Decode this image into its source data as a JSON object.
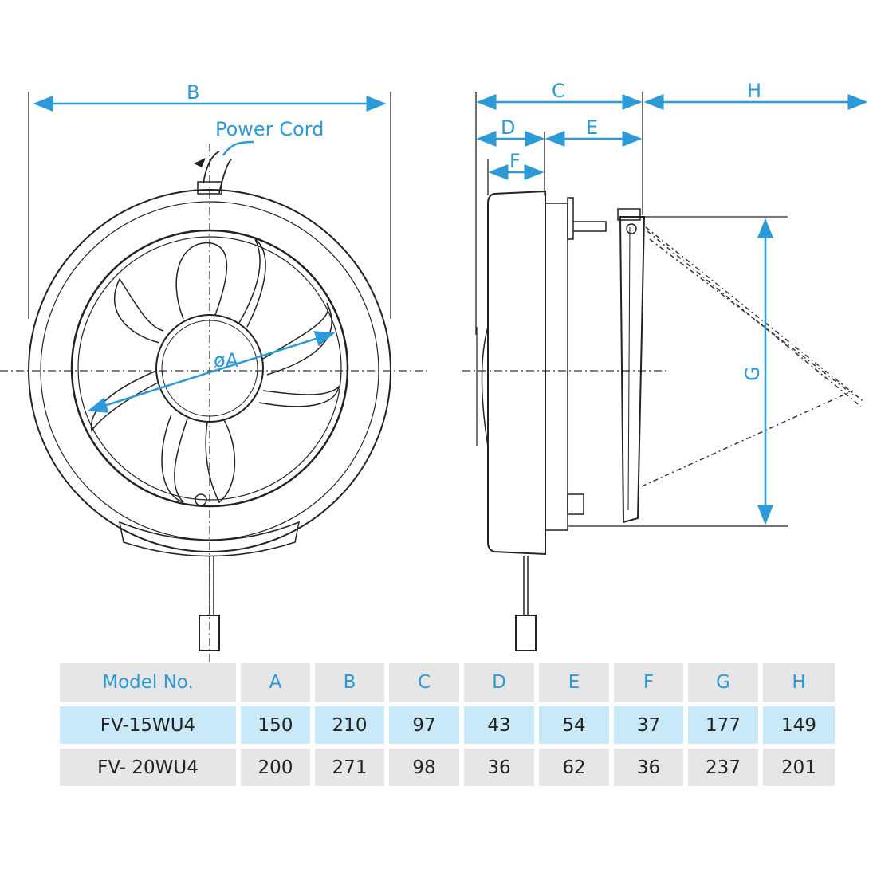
{
  "diagram": {
    "front_view": {
      "dim_B": "B",
      "dim_A": "øA",
      "power_cord_label": "Power Cord"
    },
    "side_view": {
      "dim_C": "C",
      "dim_D": "D",
      "dim_E": "E",
      "dim_F": "F",
      "dim_G": "G",
      "dim_H": "H"
    },
    "accent_color": "#2b9ad6"
  },
  "table": {
    "headers": [
      "Model No.",
      "A",
      "B",
      "C",
      "D",
      "E",
      "F",
      "G",
      "H"
    ],
    "rows": [
      [
        "FV-15WU4",
        "150",
        "210",
        "97",
        "43",
        "54",
        "37",
        "177",
        "149"
      ],
      [
        "FV- 20WU4",
        "200",
        "271",
        "98",
        "36",
        "62",
        "36",
        "237",
        "201"
      ]
    ]
  }
}
